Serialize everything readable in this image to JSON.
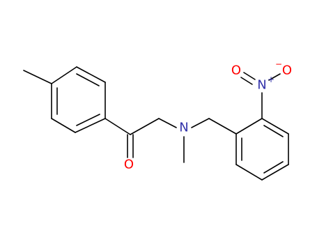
{
  "molecule": {
    "atoms": {
      "N_amine": {
        "label": "N",
        "color": "#3333aa"
      },
      "O_carbonyl": {
        "label": "O",
        "color": "#ff0000"
      },
      "N_nitro": {
        "label": "N",
        "color": "#3333aa"
      },
      "N_nitro_charge": {
        "label": "+",
        "color": "#3333aa"
      },
      "O_nitro_double": {
        "label": "O",
        "color": "#ff0000"
      },
      "O_nitro_single": {
        "label": "O",
        "color": "#ff0000"
      },
      "O_nitro_charge": {
        "label": "−",
        "color": "#ff0000"
      }
    }
  }
}
